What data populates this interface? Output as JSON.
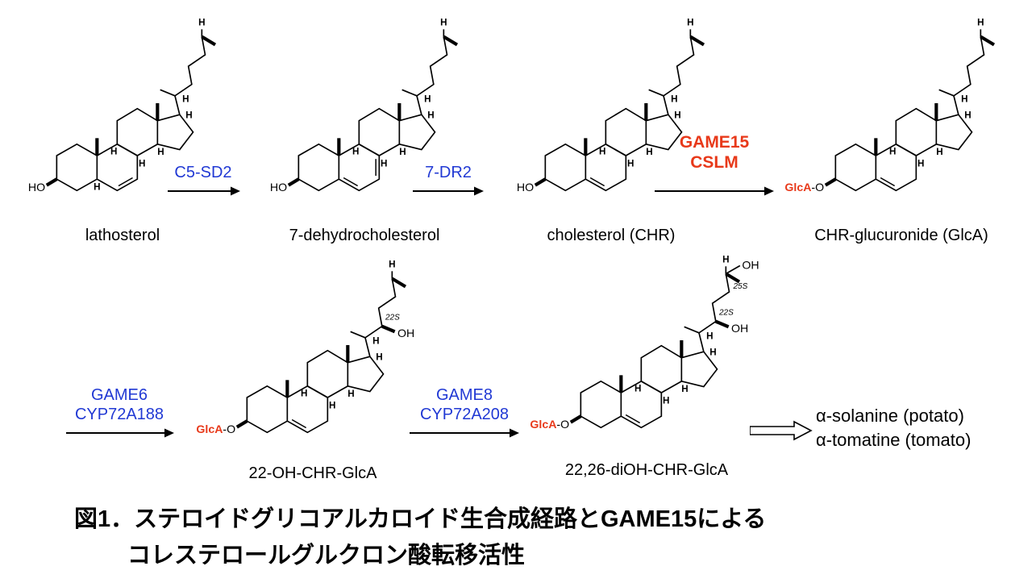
{
  "colors": {
    "enzyme_blue": "#2139d4",
    "enzyme_red": "#e8391a",
    "bond": "#000000",
    "background": "#ffffff"
  },
  "atoms": {
    "h": "H",
    "ho": "HO",
    "oh": "OH",
    "glca": "GlcA",
    "o_link": "-O",
    "s22": "22S",
    "s25": "25S"
  },
  "molecules": [
    {
      "label": "lathosterol"
    },
    {
      "label": "7-dehydrocholesterol"
    },
    {
      "label": "cholesterol (CHR)"
    },
    {
      "label": "CHR-glucuronide (GlcA)"
    },
    {
      "label": "22-OH-CHR-GlcA"
    },
    {
      "label": "22,26-diOH-CHR-GlcA"
    }
  ],
  "reactions": [
    {
      "line1": "C5-SD2",
      "line2": ""
    },
    {
      "line1": "7-DR2",
      "line2": ""
    },
    {
      "line1": "GAME15",
      "line2": "CSLM"
    },
    {
      "line1": "GAME6",
      "line2": "CYP72A188"
    },
    {
      "line1": "GAME8",
      "line2": "CYP72A208"
    }
  ],
  "products": {
    "item1": "α-solanine (potato)",
    "item2": "α-tomatine (tomato)"
  },
  "caption": {
    "line1": "図1．ステロイドグリコアルカロイド生合成経路とGAME15による",
    "line2": "コレステロールグルクロン酸転移活性"
  }
}
